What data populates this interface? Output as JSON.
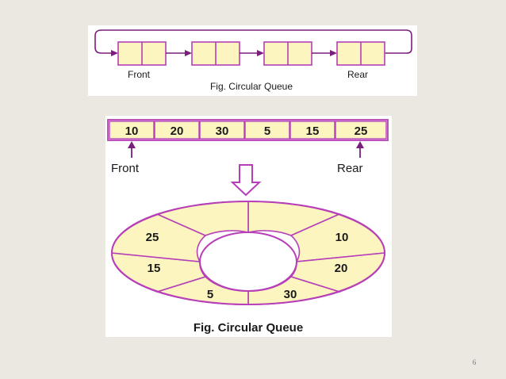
{
  "top_figure": {
    "front_label": "Front",
    "rear_label": "Rear",
    "caption": "Fig. Circular Queue",
    "node_count": 4
  },
  "bottom_figure": {
    "array_values": [
      "10",
      "20",
      "30",
      "5",
      "15",
      "25"
    ],
    "front_label": "Front",
    "rear_label": "Rear",
    "ring_labels": {
      "right_upper": "10",
      "right_lower": "20",
      "bottom_right": "30",
      "bottom_left": "5",
      "left_lower": "15",
      "left_upper": "25"
    },
    "caption": "Fig. Circular Queue"
  },
  "colors": {
    "border": "#b63fb8",
    "cell_fill": "#fcf5c0",
    "arrow": "#7a1f7c",
    "slide_background": "#ebe8e1"
  },
  "slide_number": "6"
}
